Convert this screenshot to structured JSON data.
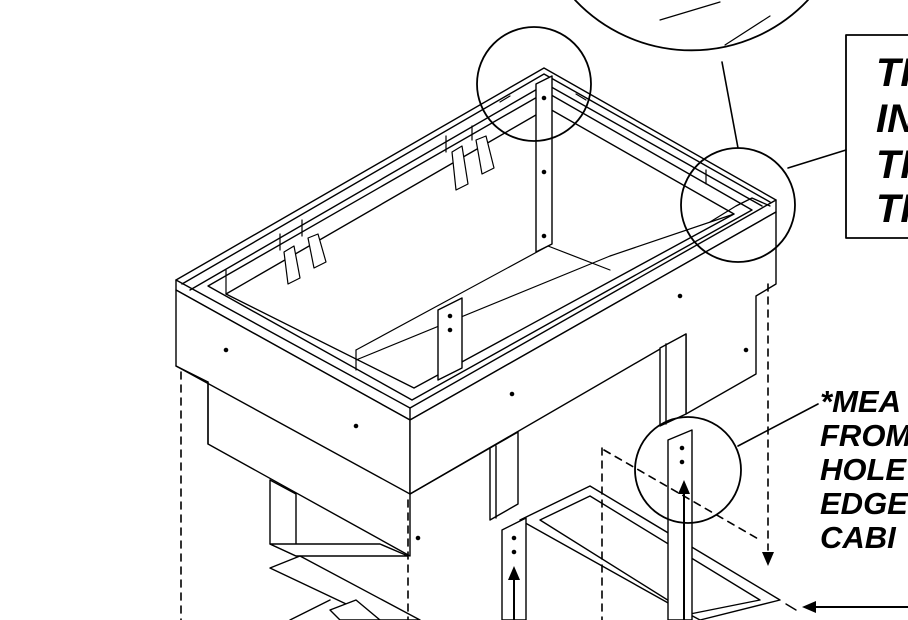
{
  "colors": {
    "ink": "#000000",
    "paper": "#ffffff"
  },
  "callout_top_right": {
    "lines": [
      "TI",
      "IN",
      "TI",
      "TI"
    ]
  },
  "callout_measure": {
    "lines": [
      "*MEA",
      "FROM",
      "HOLE",
      "EDGE",
      "CABI"
    ]
  }
}
